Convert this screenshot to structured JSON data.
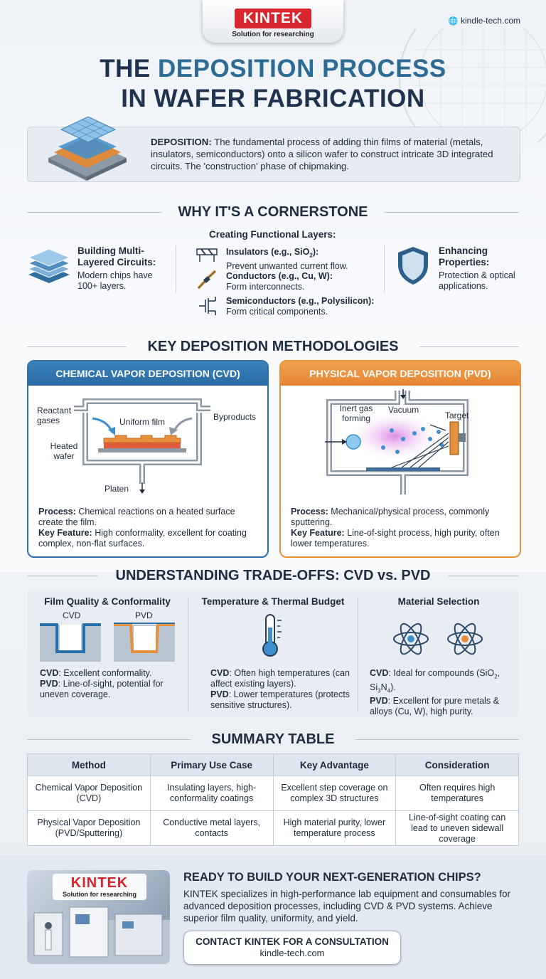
{
  "header": {
    "brand": "KINTEK",
    "tagline": "Solution for researching",
    "site": "kindle-tech.com",
    "brand_color": "#d8262e"
  },
  "title": {
    "line1_a": "THE ",
    "line1_b": "DEPOSITION PROCESS",
    "line2": "IN WAFER FABRICATION"
  },
  "definition": {
    "term": "DEPOSITION:",
    "text": " The fundamental process of adding thin films of material (metals, insulators, semiconductors) onto a silicon wafer to construct intricate 3D integrated circuits. The 'construction' phase of chipmaking."
  },
  "cornerstone": {
    "title": "WHY IT'S A CORNERSTONE",
    "left": {
      "head": "Building Multi-Layered Circuits:",
      "text": "Modern chips have 100+ layers."
    },
    "middle": {
      "head": "Creating Functional Layers:",
      "items": [
        {
          "head_a": "Insulators (e.g., SiO",
          "sub": "2",
          "head_b": "):",
          "text": "Prevent unwanted current flow."
        },
        {
          "head_a": "Conductors (e.g., Cu, W):",
          "sub": "",
          "head_b": "",
          "text": "Form interconnects."
        },
        {
          "head_a": "Semiconductors (e.g., Polysilicon):",
          "sub": "",
          "head_b": "",
          "text": "Form critical components."
        }
      ]
    },
    "right": {
      "head": "Enhancing Properties:",
      "text": "Protection & optical applications."
    }
  },
  "methods": {
    "title": "KEY DEPOSITION METHODOLOGIES",
    "cvd": {
      "head": "CHEMICAL VAPOR DEPOSITION (CVD)",
      "labels": {
        "reactant": "Reactant gases",
        "film": "Uniform film",
        "byproducts": "Byproducts",
        "wafer": "Heated wafer",
        "platen": "Platen"
      },
      "process_label": "Process:",
      "process": " Chemical reactions on a heated surface create the film.",
      "feature_label": "Key Feature:",
      "feature": " High conformality, excellent for coating complex, non-flat surfaces.",
      "color": "#2a6fa8"
    },
    "pvd": {
      "head": "PHYSICAL VAPOR DEPOSITION (PVD)",
      "labels": {
        "gas": "Inert gas forming",
        "vacuum": "Vacuum",
        "target": "Target"
      },
      "process_label": "Process:",
      "process": " Mechanical/physical process, commonly sputtering.",
      "feature_label": "Key Feature:",
      "feature": " Line-of-sight process, high purity, often lower temperatures.",
      "color": "#e8913c"
    }
  },
  "tradeoffs": {
    "title": "UNDERSTANDING TRADE-OFFS: CVD vs. PVD",
    "cols": [
      {
        "head": "Film Quality & Conformality",
        "cvd_label": "CVD",
        "pvd_label": "PVD",
        "cvd": ": Excellent conformality.",
        "pvd": ": Line-of-sight, potential for uneven coverage."
      },
      {
        "head": "Temperature & Thermal Budget",
        "cvd_label": "CVD",
        "pvd_label": "PVD",
        "cvd": ": Often high temperatures (can affect existing layers).",
        "pvd": ": Lower temperatures (protects sensitive structures)."
      },
      {
        "head": "Material Selection",
        "cvd_label": "CVD",
        "pvd_label": "PVD",
        "cvd_a": ": Ideal for compounds (SiO",
        "cvd_s1": "2",
        "cvd_b": ", Si",
        "cvd_s2": "3",
        "cvd_c": "N",
        "cvd_s3": "4",
        "cvd_d": ").",
        "pvd": ": Excellent for pure metals & alloys (Cu, W), high purity."
      }
    ]
  },
  "summary": {
    "title": "SUMMARY TABLE",
    "headers": [
      "Method",
      "Primary Use Case",
      "Key Advantage",
      "Consideration"
    ],
    "rows": [
      [
        "Chemical Vapor Deposition (CVD)",
        "Insulating layers, high-conformality coatings",
        "Excellent step coverage on complex 3D structures",
        "Often requires high temperatures"
      ],
      [
        "Physical Vapor Deposition (PVD/Sputtering)",
        "Conductive metal layers, contacts",
        "High material purity, lower temperature process",
        "Line-of-sight coating can lead to uneven sidewall coverage"
      ]
    ]
  },
  "footer": {
    "brand": "KINTEK",
    "tagline": "Solution for researching",
    "headline": "READY TO BUILD YOUR NEXT-GENERATION CHIPS?",
    "text": "KINTEK specializes in high-performance lab equipment and consumables for advanced deposition processes, including CVD & PVD systems. Achieve superior film quality, uniformity, and yield.",
    "cta": "CONTACT KINTEK FOR A CONSULTATION",
    "cta_site": "kindle-tech.com"
  }
}
